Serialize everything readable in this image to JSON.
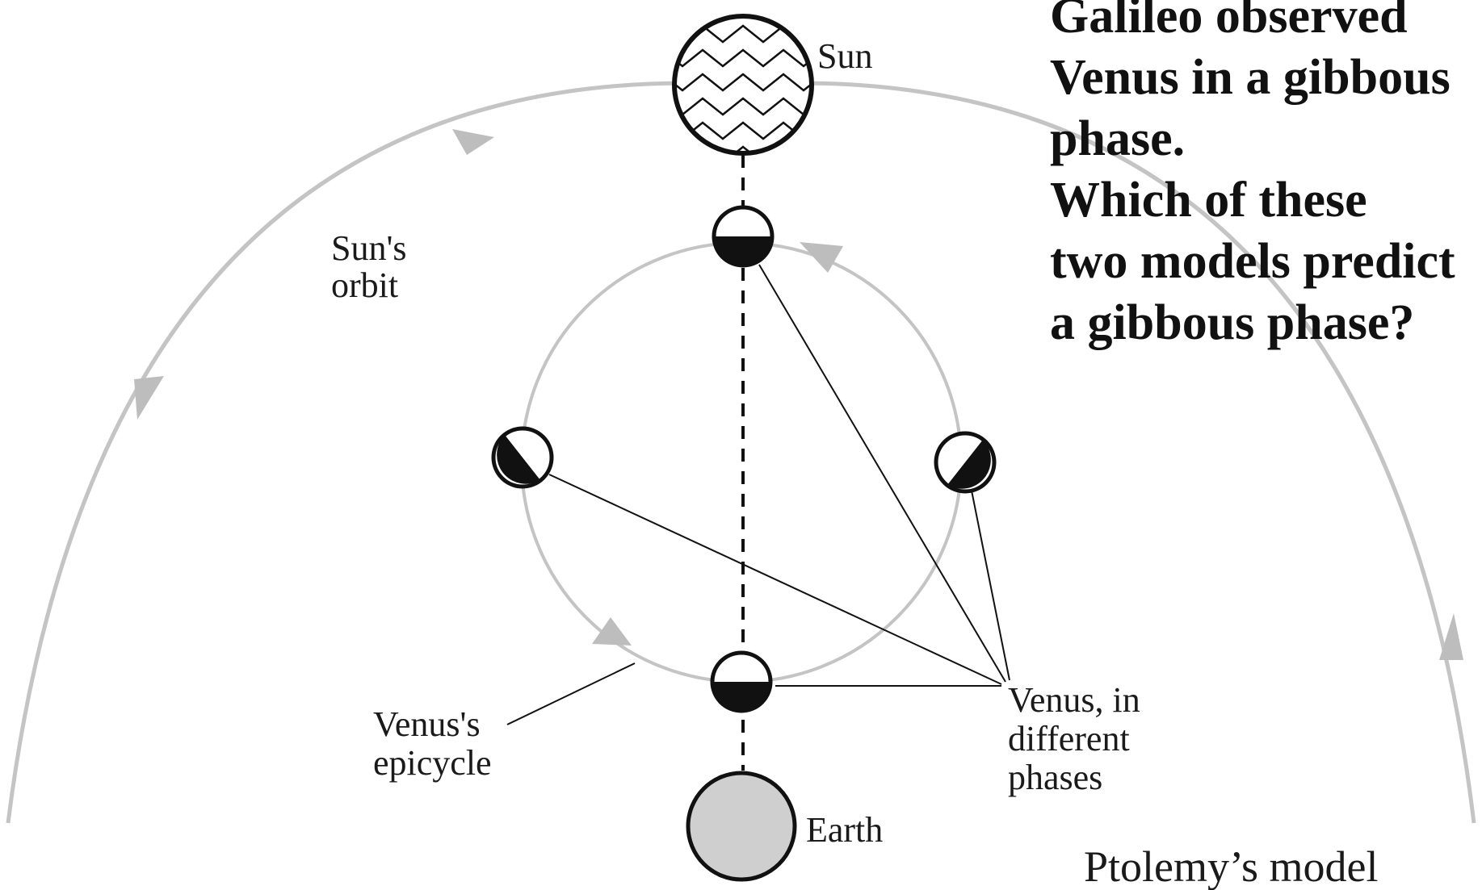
{
  "question": {
    "lines": [
      "Galileo observed",
      "Venus in a gibbous",
      "phase.",
      "Which of these",
      "two models predict",
      "a gibbous phase?"
    ]
  },
  "labels": {
    "sun": "Sun",
    "suns_orbit_line1": "Sun's",
    "suns_orbit_line2": "orbit",
    "venus_epicycle_line1": "Venus's",
    "venus_epicycle_line2": "epicycle",
    "venus_phases_line1": "Venus, in",
    "venus_phases_line2": "different",
    "venus_phases_line3": "phases",
    "earth": "Earth"
  },
  "caption": "Ptolemy’s model",
  "colors": {
    "orbit": "#bdbdbd",
    "ink": "#111111",
    "earth_fill": "#cfcfcf"
  }
}
